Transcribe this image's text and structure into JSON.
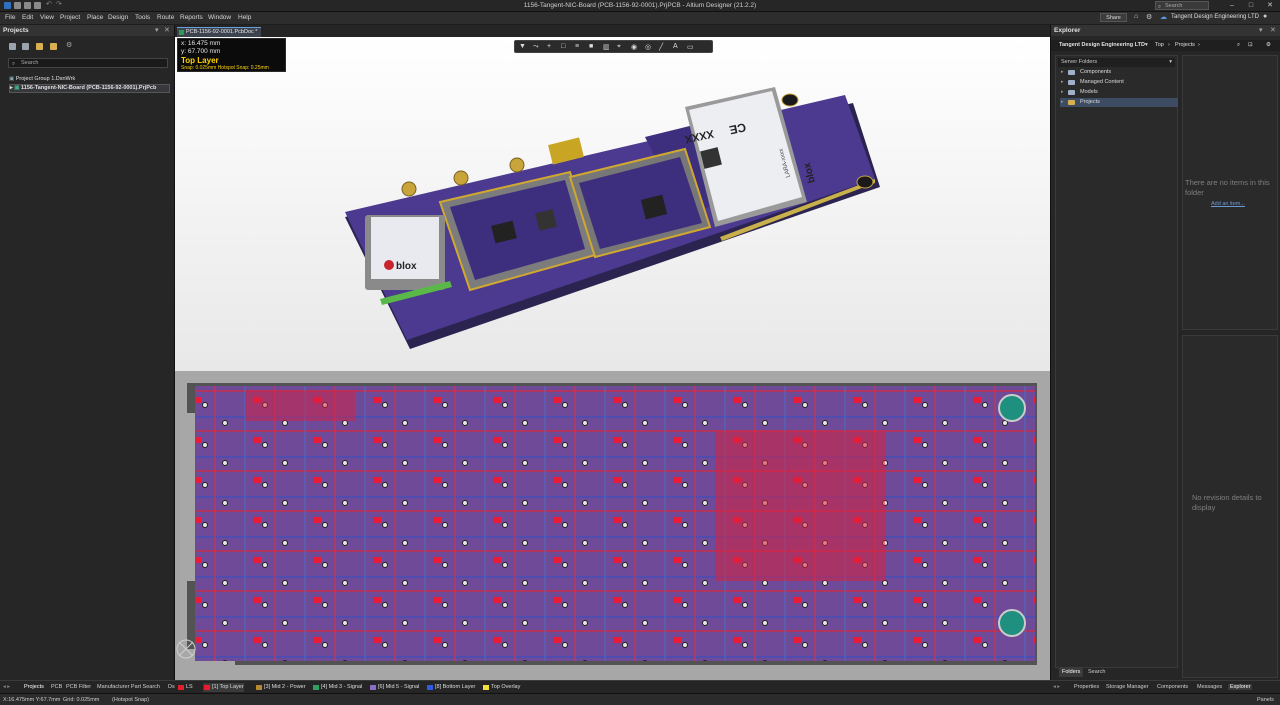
{
  "window": {
    "title": "1156-Tangent-NIC-Board (PCB-1156-92-0001).PrjPCB - Altium Designer (21.2.2)",
    "search_placeholder": "Search",
    "controls": [
      "–",
      "□",
      "✕"
    ]
  },
  "menu": [
    "File",
    "Edit",
    "View",
    "Project",
    "Place",
    "Design",
    "Tools",
    "Route",
    "Reports",
    "Window",
    "Help"
  ],
  "toolbar": {
    "share_label": "Share",
    "account_name": "Tangent Design Engineering LTD"
  },
  "document_tab": {
    "label": "PCB-1156-92-0001.PcbDoc *"
  },
  "projects_panel": {
    "title": "Projects",
    "search_placeholder": "Search",
    "tree": [
      {
        "label": "Project Group 1.DsnWrk"
      },
      {
        "label": "1156-Tangent-NIC-Board (PCB-1156-92-0001).PrjPcb"
      }
    ],
    "bottom_tabs": [
      "Projects",
      "PCB",
      "PCB Filter",
      "Manufacturer Part Search",
      "Ds"
    ]
  },
  "coordinates": {
    "x": "x: 16.475  mm",
    "y": "y: 67.700  mm",
    "layer": "Top Layer",
    "snap": "Snap: 0.025mm Hotspot Snap: 0.25mm"
  },
  "canvas_toolbar_icons": [
    "filter-icon",
    "route-icon",
    "plus-icon",
    "select-rect-icon",
    "align-icon",
    "component-icon",
    "chart-icon",
    "place-icon",
    "pad-icon",
    "via-icon",
    "line-icon",
    "text-icon",
    "dimension-icon"
  ],
  "layers": [
    {
      "label": "LS",
      "color": "#e0202a"
    },
    {
      "label": "[1] Top Layer",
      "color": "#e81c2d"
    },
    {
      "label": "[3] Mid 2 - Power",
      "color": "#b58a32"
    },
    {
      "label": "[4] Mid 3 - Signal",
      "color": "#2fa062"
    },
    {
      "label": "[6] Mid 5 - Signal",
      "color": "#8c6cc8"
    },
    {
      "label": "[8] Bottom Layer",
      "color": "#2f5cdc"
    },
    {
      "label": "Top Overlay",
      "color": "#f2e03a"
    }
  ],
  "status": {
    "coords": "X:16.475mm Y:67.7mm",
    "grid": "Grid: 0.025mm",
    "snap": "(Hotspot Snap)",
    "panels": "Panels"
  },
  "explorer": {
    "title": "Explorer",
    "breadcrumb": [
      "Tangent Design Engineering LTD",
      "Top",
      "Projects"
    ],
    "tree_header": "Server Folders",
    "folders": [
      "Components",
      "Managed Content",
      "Models",
      "Projects"
    ],
    "selected_folder": "Projects",
    "empty_folder_text": "There are no items in this folder",
    "add_link": "Add an item...",
    "no_revision_text": "No revision details to display",
    "bottom_tabs": [
      "Folders",
      "Search"
    ]
  },
  "right_bottom_tabs": [
    "Properties",
    "Storage Manager",
    "Components",
    "Messages",
    "Explorer"
  ],
  "board_labels": {
    "module_brand": "blox",
    "module_model": "LARA-xxxx",
    "module_ce": "CE",
    "module_xxxx": "XXXX",
    "gps_brand": "blox"
  }
}
